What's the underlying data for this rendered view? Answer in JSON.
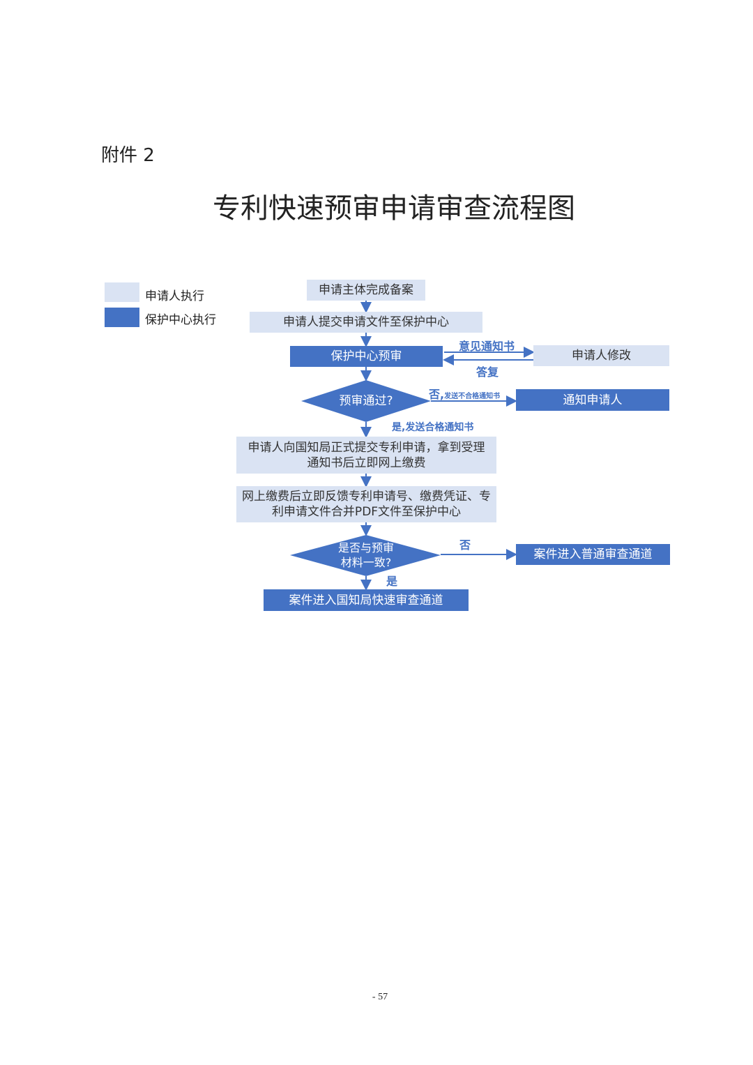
{
  "header": {
    "attachment": "附件 2",
    "title": "专利快速预审申请审查流程图"
  },
  "legend": [
    {
      "label": "申请人执行",
      "color": "#dae3f3"
    },
    {
      "label": "保护中心执行",
      "color": "#4472c4"
    }
  ],
  "flow": {
    "step1": "申请主体完成备案",
    "step2": "申请人提交申请文件至保护中心",
    "step3": "保护中心预审",
    "revise": "申请人修改",
    "opinion_label": "意见通知书",
    "reply_label": "答复",
    "decision1": "预审通过?",
    "no1_label": "否,",
    "no1_sub": "发送不合格通知书",
    "notify": "通知申请人",
    "yes1_label": "是,发送合格通知书",
    "step4": "申请人向国知局正式提交专利申请，拿到受理通知书后立即网上缴费",
    "step5": "网上缴费后立即反馈专利申请号、缴费凭证、专利申请文件合并PDF文件至保护中心",
    "decision2_line1": "是否与预审",
    "decision2_line2": "材料一致?",
    "no2_label": "否",
    "normal": "案件进入普通审查通道",
    "yes2_label": "是",
    "fast": "案件进入国知局快速审查通道"
  },
  "footer": {
    "page_number": "- 57"
  }
}
